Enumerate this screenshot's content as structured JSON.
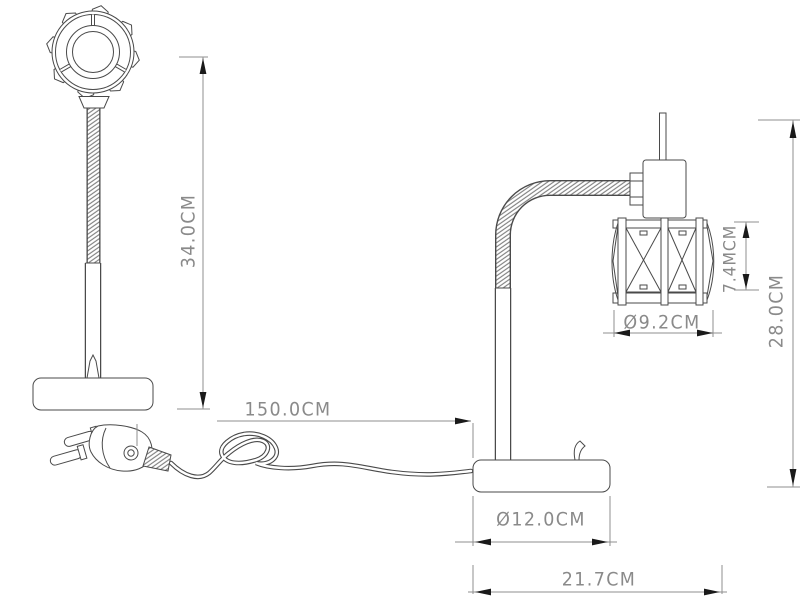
{
  "colors": {
    "background": "#ffffff",
    "outline": "#4a4a4a",
    "dimension_lines": "#8f8f8f",
    "dimension_text": "#8a8a8a",
    "arrows": "#1a1a1a",
    "hatch": "#6f6f6f"
  },
  "dimensions": {
    "front_height": {
      "label": "34.0CM"
    },
    "cable_length": {
      "label": "150.0CM"
    },
    "shade_diameter": {
      "label": "Ø9.2CM"
    },
    "shade_height": {
      "label": "7.4MCM"
    },
    "total_height": {
      "label": "28.0CM"
    },
    "base_diameter": {
      "label": "Ø12.0CM"
    },
    "total_depth": {
      "label": "21.7CM"
    }
  }
}
